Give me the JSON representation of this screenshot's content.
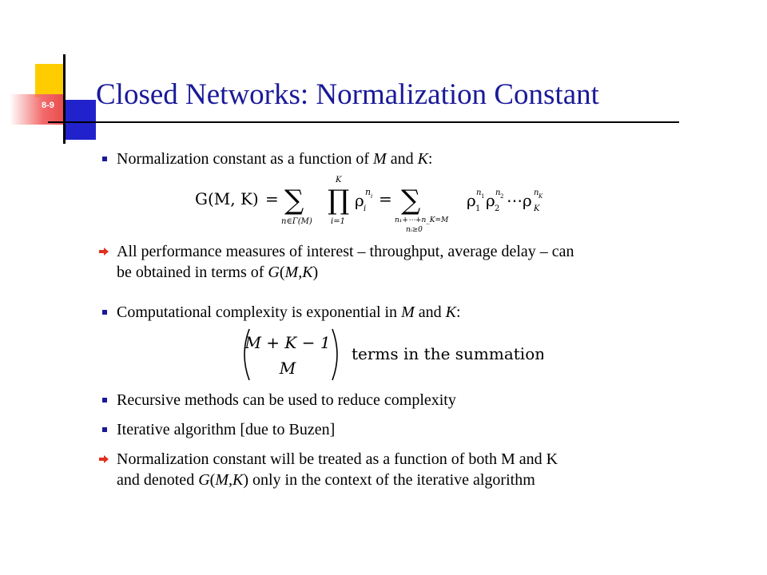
{
  "slide": {
    "number": "8-9",
    "title": "Closed Networks: Normalization Constant"
  },
  "bullets": [
    {
      "type": "square",
      "parts": [
        "Normalization constant as a function of ",
        "M",
        " and ",
        "K",
        ":"
      ]
    },
    {
      "type": "arrow",
      "line1": "All performance measures of interest – throughput, average delay – can",
      "line2_pre": "be obtained in terms of ",
      "line2_em": "G",
      "line2_p1": "(",
      "line2_em2": "M,K",
      "line2_p2": ")"
    },
    {
      "type": "square",
      "parts": [
        "Computational complexity is exponential in ",
        "M",
        " and ",
        "K",
        ":"
      ]
    },
    {
      "type": "square",
      "text": "Recursive methods can be used to reduce complexity"
    },
    {
      "type": "square",
      "text": "Iterative algorithm [due to Buzen]"
    },
    {
      "type": "arrow",
      "line1": "Normalization constant will be treated as a function of both M and K",
      "line2_pre": "and denoted ",
      "line2_em": "G",
      "line2_p1": "(",
      "line2_em2": "M,K",
      "line2_p2": ") only in the context of the iterative algorithm"
    }
  ],
  "formula1": {
    "lhs": "G(M, K)",
    "eq": "=",
    "sum_sub": "n∈Γ(M)",
    "prod_top": "K",
    "prod_sub": "i=1",
    "rho_i": "ρ",
    "sub_i": "i",
    "sup_ni": "n",
    "sup_ni_sub": "i",
    "sum2_sub1": "n₁+⋯+n_K=M",
    "sum2_sub2": "nᵢ≥0",
    "tail": "ρ₁ ρ₂ ⋯ρ"
  },
  "formula2": {
    "top": "M + K − 1",
    "bottom": "M",
    "caption": "terms in the summation"
  },
  "colors": {
    "title": "#1a1a99",
    "bullet": "#1a1a99",
    "arrow": "#e03020",
    "accent_yellow": "#ffcc00",
    "accent_blue": "#2222cc"
  }
}
